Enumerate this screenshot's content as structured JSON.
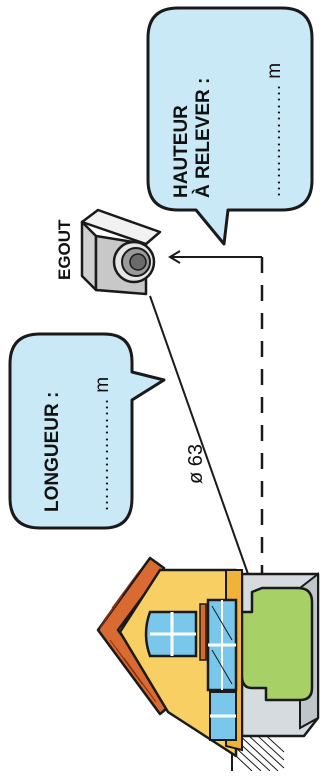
{
  "labels": {
    "egout": "EGOUT",
    "pipe": "ø 63",
    "longueur_title": "LONGUEUR :",
    "longueur_blank": "……………… m",
    "hauteur_line1": "HAUTEUR",
    "hauteur_line2": "À RELEVER :",
    "hauteur_blank": "……………… m"
  },
  "colors": {
    "bubble_fill": "#c9e9f7",
    "house_wall": "#f8cf63",
    "roof": "#d96a32",
    "window_glass": "#79c8ec",
    "pump_green": "#a7d067",
    "ground_box": "#d5dbde",
    "outline": "#1a1a1a"
  }
}
